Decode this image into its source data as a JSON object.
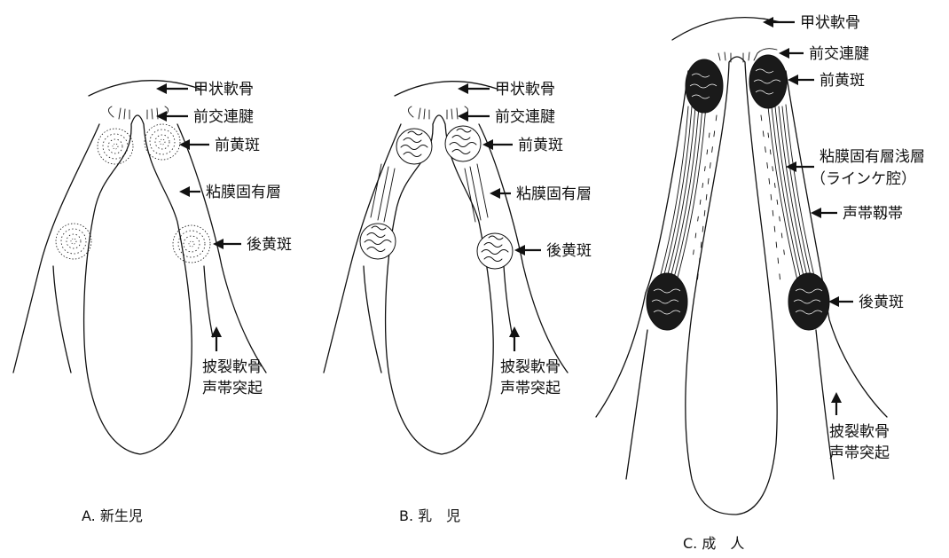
{
  "panels": [
    {
      "id": "A",
      "caption": "A.  新生児",
      "labels": [
        "甲状軟骨",
        "前交連腱",
        "前黄斑",
        "粘膜固有層",
        "後黄斑",
        "披裂軟骨",
        "声帯突起"
      ]
    },
    {
      "id": "B",
      "caption": "B.  乳　児",
      "labels": [
        "甲状軟骨",
        "前交連腱",
        "前黄斑",
        "粘膜固有層",
        "後黄斑",
        "披裂軟骨",
        "声帯突起"
      ]
    },
    {
      "id": "C",
      "caption": "C.  成　人",
      "labels": [
        "甲状軟骨",
        "前交連腱",
        "前黄斑",
        "粘膜固有層浅層",
        "（ラインケ腔）",
        "声帯靱帯",
        "後黄斑",
        "披裂軟骨",
        "声帯突起"
      ]
    }
  ]
}
